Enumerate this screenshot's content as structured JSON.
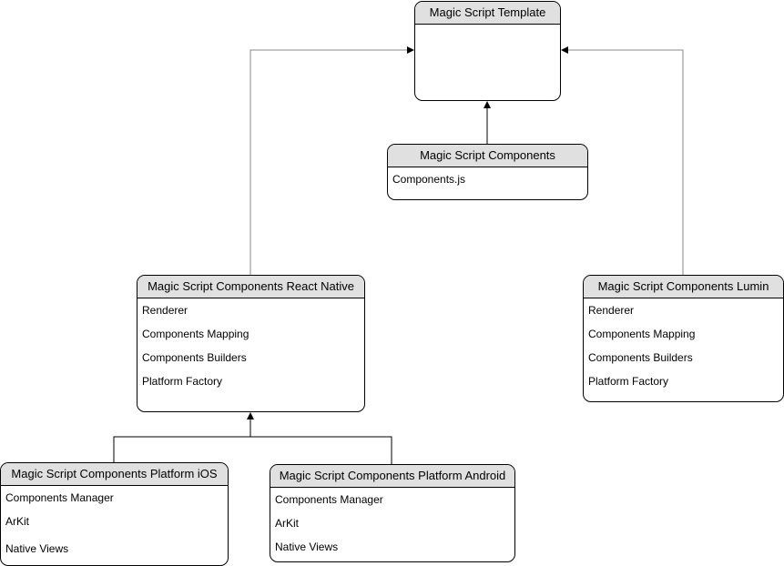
{
  "boxes": {
    "template": {
      "title": "Magic Script Template",
      "items": []
    },
    "components": {
      "title": "Magic Script Components",
      "items": [
        "Components.js"
      ]
    },
    "react_native": {
      "title": "Magic Script Components React Native",
      "items": [
        "Renderer",
        "Components Mapping",
        "Components Builders",
        "Platform Factory"
      ]
    },
    "lumin": {
      "title": "Magic Script Components Lumin",
      "items": [
        "Renderer",
        "Components Mapping",
        "Components Builders",
        "Platform Factory"
      ]
    },
    "ios": {
      "title": "Magic Script Components Platform iOS",
      "items": [
        "Components Manager",
        "ArKit",
        "Native Views"
      ]
    },
    "android": {
      "title": "Magic Script Components Platform Android",
      "items": [
        "Components Manager",
        "ArKit",
        "Native Views"
      ]
    }
  },
  "colors": {
    "header_fill": "#e0e0e0",
    "border": "#000000",
    "connector_gray": "#8a8a8a",
    "connector_black": "#000000"
  }
}
